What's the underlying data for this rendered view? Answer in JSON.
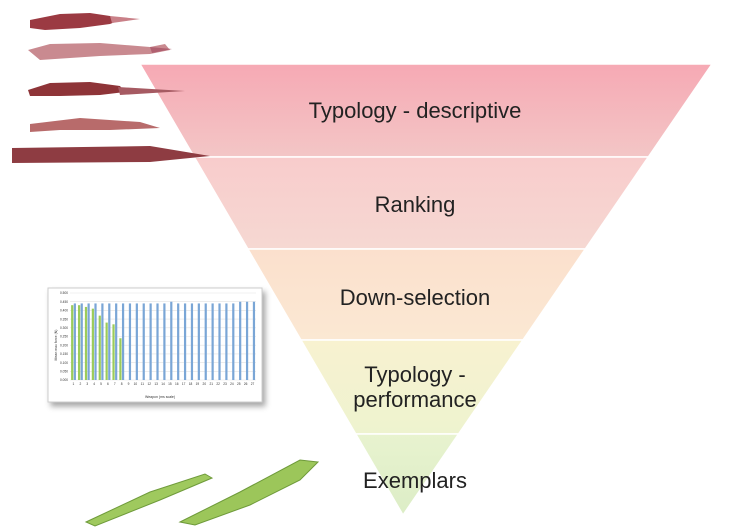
{
  "funnel": {
    "levels": [
      {
        "label": "Typology - descriptive",
        "color_top": "#f7b4bd",
        "color_bottom": "#f3c8c8"
      },
      {
        "label": "Ranking",
        "color_top": "#f8cfcc",
        "color_bottom": "#f6d6d0"
      },
      {
        "label": "Down-selection",
        "color_top": "#fbe3cf",
        "color_bottom": "#fbe7d2"
      },
      {
        "label": "Typology -\nperformance",
        "color_top": "#f6f3cf",
        "color_bottom": "#eef3cf"
      },
      {
        "label": "Exemplars",
        "color_top": "#e6f2cc",
        "color_bottom": "#dfeec8"
      }
    ]
  },
  "images": {
    "weapons": {
      "name": "weapon-photos",
      "color": "#8b3c3c"
    },
    "chart": {
      "name": "bar-chart-thumbnail",
      "ylabel": "Mean max force (N)",
      "xlabel": "Weapon (ms scale)",
      "yticks": [
        "0.500",
        "0.450",
        "0.400",
        "0.350",
        "0.300",
        "0.250",
        "0.200",
        "0.150",
        "0.100",
        "0.050",
        "0.000"
      ],
      "xticks": [
        "1",
        "2",
        "3",
        "4",
        "5",
        "6",
        "7",
        "8",
        "9",
        "10",
        "11",
        "12",
        "13",
        "14",
        "15",
        "16",
        "17",
        "18",
        "19",
        "20",
        "21",
        "22",
        "23",
        "24",
        "25",
        "26",
        "27"
      ],
      "series_colors": [
        "#7aa6d6",
        "#9ccc5a"
      ],
      "green_values": [
        0.43,
        0.43,
        0.42,
        0.41,
        0.37,
        0.33,
        0.32,
        0.24,
        0.0
      ],
      "blue_values": [
        0.44,
        0.44,
        0.44,
        0.44,
        0.44,
        0.44,
        0.44,
        0.44,
        0.44,
        0.44,
        0.44,
        0.44,
        0.44,
        0.44,
        0.45,
        0.44,
        0.44,
        0.44,
        0.44,
        0.44,
        0.44,
        0.44,
        0.44,
        0.44,
        0.45,
        0.45,
        0.45
      ]
    },
    "blades": {
      "name": "blade-models",
      "color": "#9cc45a"
    }
  }
}
